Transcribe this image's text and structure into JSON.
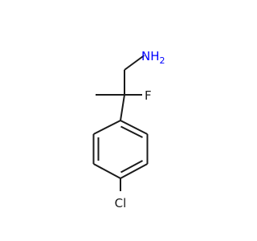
{
  "molecule": {
    "atoms": {
      "amine": {
        "symbol": "NH",
        "subscript": "2",
        "color": "#0000ff"
      },
      "fluorine": {
        "symbol": "F",
        "color": "#1a1a1a"
      },
      "chlorine": {
        "symbol": "Cl",
        "color": "#1a1a1a"
      }
    },
    "bond_color": "#1a1a1a",
    "background": "#ffffff"
  }
}
